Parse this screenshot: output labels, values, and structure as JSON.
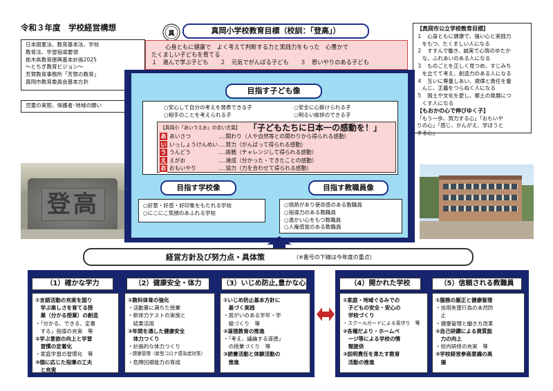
{
  "doc_title": "令和３年度　学校経営構想",
  "emblem_char": "真",
  "laws_box": [
    "日本国憲法、教育基本法、学校",
    "教育法、学習指導要領",
    "栃木県教育振興基本計画2025",
    "～とちぎ教育ビジョン～",
    "芳賀教育事務所「芳賀の教育」",
    "真岡市教育委員会基本方針"
  ],
  "community_box": "児童の実態、保護者･地域の願い",
  "school_goal": {
    "title": "真岡小学校教育目標（校訓：「登高」）",
    "lines": [
      "心身ともに健康で　よく考えて判断する力と実践力をもった　心豊かで",
      "たくましい子どもを育てる"
    ],
    "sub": "１　進んで学ぶ子ども　　２　元気でがんばる子ども　　３　思いやりのある子ども"
  },
  "city_goal": {
    "title": "【真岡市公立学校教育目標】",
    "lines": [
      "１　心身ともに健康で、強い心と実践力",
      "　をもつ、たくましい人になる",
      "２　すすんで働き、誠実で心情のゆたか",
      "　な、ふれあいのある人になる",
      "３　ものごとを正しく見つめ、すじみち",
      "　を立てて考え、創造力のある人になる",
      "４　互いに尊重しあい、規律と責任を重",
      "　んじ、正義をつらぬく人になる",
      "５　国土や文化を愛し、郷土の発展につ",
      "　くす人になる"
    ],
    "kokoro_title": "【もおかの心で伸びゆく子】",
    "kokoro_lines": [
      "「もう一歩、努力する心」「おもいや",
      "りの心」「感じ、かんがえ、学ぼうと",
      "する心」"
    ]
  },
  "child_image": {
    "title": "目指す子ども像",
    "items": [
      "○安心して自分の考えを発表できる子",
      "○安全に心掛けられる子",
      "○相手のことを考えられる子",
      "○明るい挨拶のできる子"
    ],
    "aiueo_label": "【真岡小「あいうえお」の合い言葉】",
    "slogan": "「子どもたちに日本一の感動を！」",
    "aiueo": [
      {
        "k": "あ",
        "w": "あいさつ",
        "d": "‥‥関わり（人や自然等との関わりから得られる感動）"
      },
      {
        "k": "い",
        "w": "いっしょうけんめい",
        "d": "‥‥努力（がんばって得られる感動）"
      },
      {
        "k": "う",
        "w": "うんどう",
        "d": "‥‥挑戦（チャレンジして得られる感動）"
      },
      {
        "k": "え",
        "w": "えがお",
        "d": "‥‥達成（分かった・できたことの感動）"
      },
      {
        "k": "お",
        "w": "おもいやり",
        "d": "‥‥協力（力を合わせて得られる感動）"
      }
    ]
  },
  "school_image": {
    "title": "目指す学校像",
    "items": [
      "○好意・好感・好印象をもたれる学校",
      "○にこにこ笑顔のあふれる学校"
    ]
  },
  "staff_image": {
    "title": "目指す教職員像",
    "items": [
      "○情熱があり使命感のある教職員",
      "○指導力のある教職員",
      "○温かい心をもつ教職員",
      "○人権感覚のある教職員"
    ]
  },
  "stone_text": "登高",
  "policy": {
    "title": "経営方針及び努力点・具体策",
    "note": "（※番号の下線は今年度の重点）"
  },
  "columns": [
    {
      "title": "（1）確かな学力",
      "lines": [
        {
          "t": "①言語活動の充実を図り",
          "b": true
        },
        {
          "t": "　学ぶ楽しさを育てる授",
          "b": true
        },
        {
          "t": "　業（分かる授業）の創造",
          "b": true
        },
        {
          "t": "・「分かる、できる、定着",
          "b": false
        },
        {
          "t": "　する」指導の充実　等",
          "b": false
        },
        {
          "t": "②学ぶ意欲の向上と学習",
          "b": true
        },
        {
          "t": "　習慣の定着化",
          "b": true
        },
        {
          "t": "・家庭学習の習慣化　等",
          "b": false
        },
        {
          "t": "③個に応じた指導の工夫",
          "b": true
        },
        {
          "t": "　と充実",
          "b": true
        }
      ]
    },
    {
      "title": "（2）健康安全・体力",
      "lines": [
        {
          "t": "①教科体育の強化",
          "b": true
        },
        {
          "t": "・活動量に満ちた授業",
          "b": false
        },
        {
          "t": "・新体力テストの実施と",
          "b": false
        },
        {
          "t": "　結果活用",
          "b": false
        },
        {
          "t": "②年間を通した健康安全",
          "b": true
        },
        {
          "t": "　体力つくり",
          "b": true
        },
        {
          "t": "・計画的な体力つくり",
          "b": false
        },
        {
          "t": "・健康管理（新型コロナ感染症対策）",
          "b": false
        },
        {
          "t": "・危険回避能力の育成",
          "b": false
        }
      ]
    },
    {
      "title": "（3）いじめ防止,豊かな心",
      "lines": [
        {
          "t": "①いじめ防止基本方針に",
          "b": true
        },
        {
          "t": "　基づく実践",
          "b": true
        },
        {
          "t": "・居がいのある学年・学",
          "b": false
        },
        {
          "t": "　級づくり　等",
          "b": false
        },
        {
          "t": "②道徳教育の推進",
          "b": true
        },
        {
          "t": "・「考え、議論する道徳」",
          "b": false
        },
        {
          "t": "　の授業づくり　等",
          "b": false
        },
        {
          "t": "③読書活動と体験活動の",
          "b": true
        },
        {
          "t": "　推進",
          "b": true
        }
      ]
    },
    {
      "title": "（4）開かれた学校",
      "lines": [
        {
          "t": "①家庭・地域ぐるみでの",
          "b": true
        },
        {
          "t": "　子どもの安全・安心の",
          "b": true
        },
        {
          "t": "　学校づくり",
          "b": true
        },
        {
          "t": "・スクールガードによる見守り　等",
          "b": false
        },
        {
          "t": "②各種だより・ホームペ",
          "b": true
        },
        {
          "t": "　ージ等による学校の情",
          "b": true
        },
        {
          "t": "　報提供",
          "b": true
        },
        {
          "t": "③説明責任を果たす教育",
          "b": true
        },
        {
          "t": "　活動の推進",
          "b": true
        }
      ]
    },
    {
      "title": "（5）信頼される教職員",
      "lines": [
        {
          "t": "①服務の厳正と健康管理",
          "b": true
        },
        {
          "t": "・信用失墜行為の未然防",
          "b": false
        },
        {
          "t": "　止",
          "b": false
        },
        {
          "t": "・健康管理と働き方改革",
          "b": false
        },
        {
          "t": "②自己研鑽による資質能",
          "b": true
        },
        {
          "t": "　力の向上",
          "b": true
        },
        {
          "t": "・校内研修の充実　等",
          "b": false
        },
        {
          "t": "③学校経営参画意識の高",
          "b": true
        },
        {
          "t": "　揚",
          "b": true
        }
      ]
    }
  ],
  "colors": {
    "navy": "#17246e",
    "light_blue": "#9fdcf4",
    "pink": "#fbd6d6",
    "red_kana": "#cc2a2a"
  }
}
